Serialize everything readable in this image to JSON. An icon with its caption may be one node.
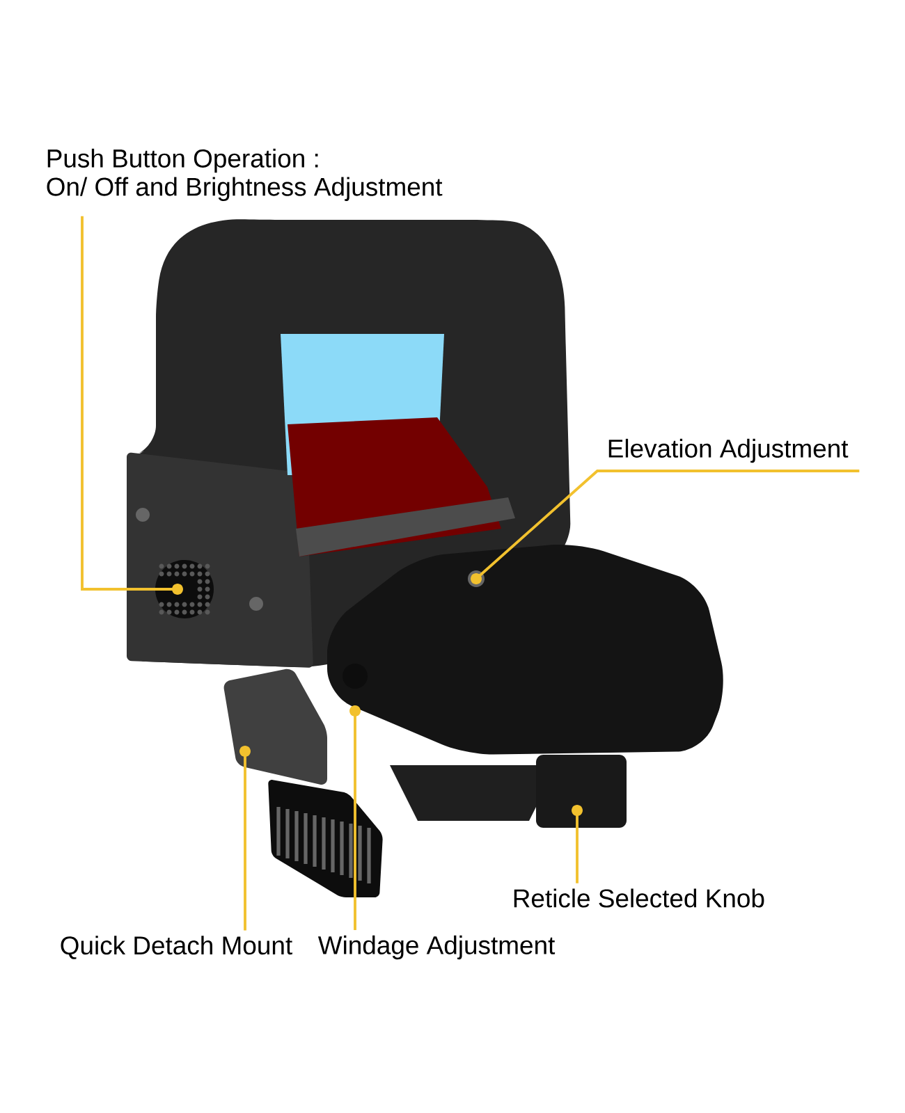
{
  "diagram": {
    "nodes": [
      {
        "text": [
          "Push Button Operation :",
          "On/ Off and Brightness Adjustment"
        ]
      },
      {
        "text": [
          "Elevation Adjustment"
        ]
      },
      {
        "text": [
          "Reticle Selected Knob"
        ]
      },
      {
        "text": [
          "Quick Detach Mount"
        ]
      },
      {
        "text": [
          "Windage Adjustment"
        ]
      }
    ],
    "edges": [
      {
        "from": 0,
        "to": null,
        "arrow": "other"
      },
      {
        "from": 1,
        "to": null,
        "arrow": "other"
      },
      {
        "from": 2,
        "to": null,
        "arrow": "other"
      },
      {
        "from": 3,
        "to": null,
        "arrow": "other"
      },
      {
        "from": 4,
        "to": null,
        "arrow": "other"
      }
    ]
  }
}
